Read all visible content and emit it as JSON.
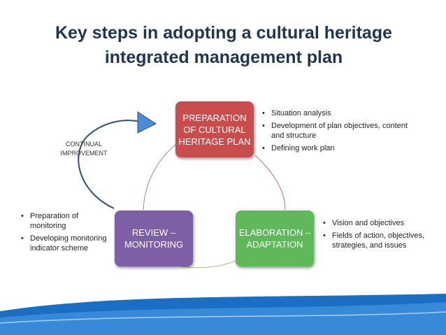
{
  "title": {
    "line1": "Key steps in adopting a cultural heritage",
    "line2": "integrated management plan"
  },
  "steps": {
    "preparation": {
      "lines": [
        "PREPARATION",
        "OF CULTURAL",
        "HERITAGE PLAN"
      ],
      "color": "#ca4d4d",
      "bullets": [
        "Situation analysis",
        "Development of plan objectives, content and structure",
        "Defining work plan"
      ]
    },
    "elaboration": {
      "lines": [
        "ELABORATION –",
        "ADAPTATION"
      ],
      "color": "#5fb85a",
      "bullets": [
        "Vision and objectives",
        "Fields of action, objectives, strategies, and issues"
      ]
    },
    "review": {
      "lines": [
        "REVIEW –",
        "MONITORING"
      ],
      "color": "#7d5fa5",
      "bullets": [
        "Preparation of monitoring",
        "Developing monitoring indicator scheme"
      ]
    }
  },
  "continual_improvement": {
    "lines": [
      "CONTINUAL",
      "IMPROVEMENT"
    ],
    "arrow_color": "#4a8dd6"
  },
  "colors": {
    "title": "#1f3550",
    "footer_wave": "#1a6fc4"
  }
}
